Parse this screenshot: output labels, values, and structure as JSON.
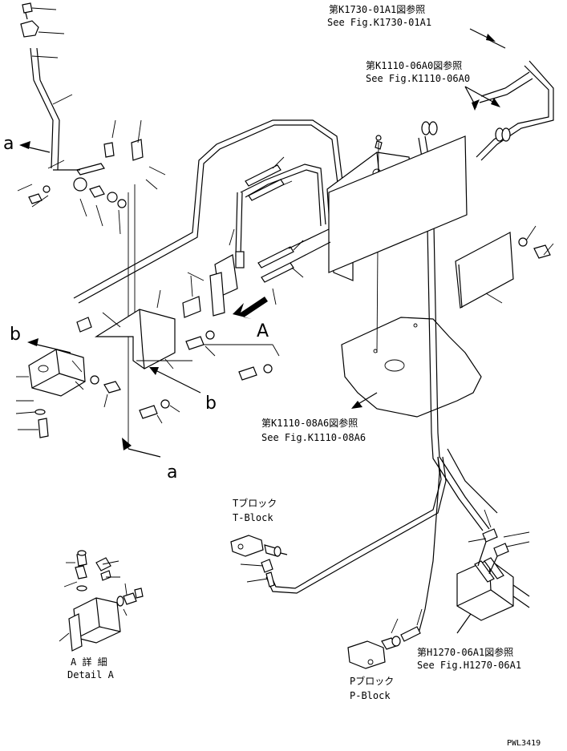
{
  "refs": {
    "k1730_ja": "第K1730-01A1図参照",
    "k1730_en": "See Fig.K1730-01A1",
    "k1110a0_ja": "第K1110-06A0図参照",
    "k1110a0_en": "See Fig.K1110-06A0",
    "k1110a6_ja": "第K1110-08A6図参照",
    "k1110a6_en": "See Fig.K1110-08A6",
    "h1270_ja": "第H1270-06A1図参照",
    "h1270_en": "See Fig.H1270-06A1"
  },
  "blocks": {
    "t_ja": "Tブロック",
    "t_en": "T-Block",
    "p_ja": "Pブロック",
    "p_en": "P-Block"
  },
  "detail": {
    "ja": "A 詳 細",
    "en": "Detail A"
  },
  "markers": {
    "a_top": "a",
    "a_bottom": "a",
    "b_left": "b",
    "b_right": "b",
    "A_main": "A"
  },
  "drawing_code": "PWL3419"
}
